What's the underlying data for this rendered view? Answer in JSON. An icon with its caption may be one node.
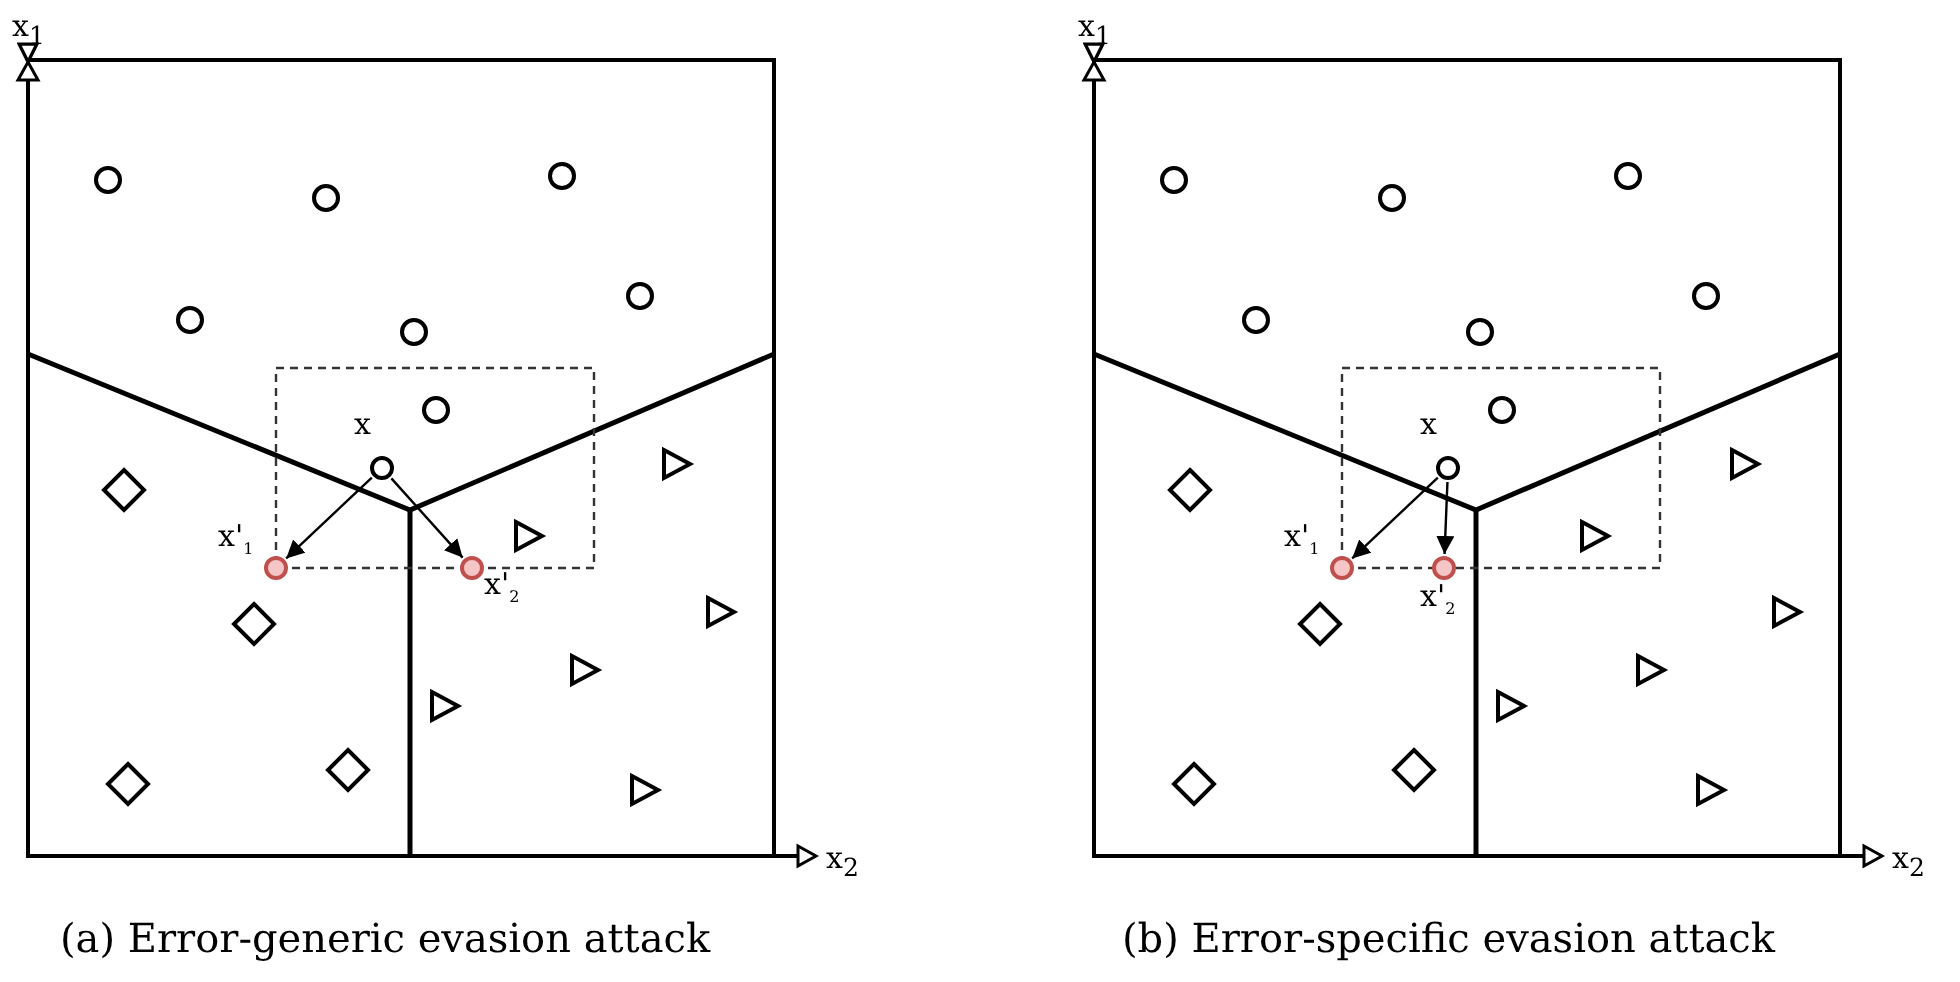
{
  "diagram": {
    "nodes": [
      {
        "text": [
          "x"
        ]
      },
      {
        "text": [
          "x'$_{1}$"
        ]
      },
      {
        "text": [
          "x'$_{2}$"
        ]
      },
      {
        "text": [
          "x"
        ]
      },
      {
        "text": [
          "x'$_{1}$"
        ]
      },
      {
        "text": [
          "x'$_{2}$"
        ]
      }
    ],
    "edges": [
      {
        "from": 0,
        "to": 1,
        "arrow": "to"
      },
      {
        "from": 0,
        "to": 2,
        "arrow": "to"
      },
      {
        "from": 3,
        "to": 4,
        "arrow": "to"
      },
      {
        "from": 3,
        "to": 5,
        "arrow": "to"
      }
    ],
    "labels": [
      "x$_{1}$",
      "x$_{1}$",
      "x$_{2}$",
      "x$_{2}$",
      "(a) Error-generic evasion attack",
      "(b) Error-specific evasion attack"
    ]
  }
}
